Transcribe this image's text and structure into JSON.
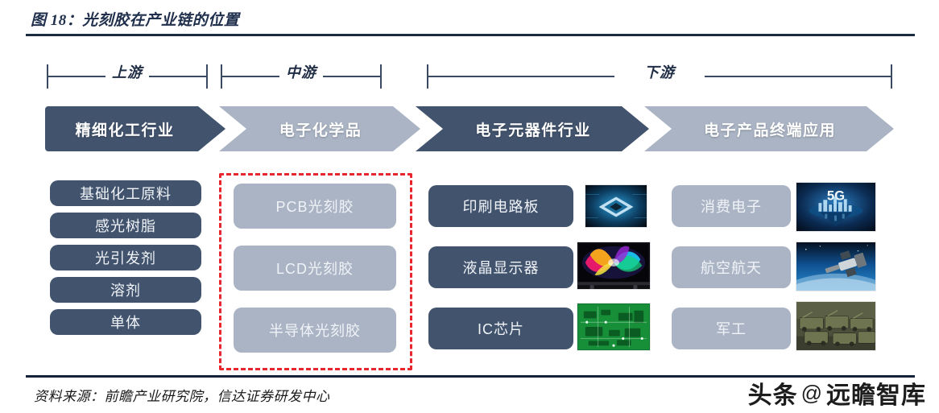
{
  "figure": {
    "title": "图 18：光刻胶在产业链的位置",
    "source_note": "资料来源：前瞻产业研究院，信达证券研发中心"
  },
  "watermark": {
    "brand": "头条",
    "at": "@",
    "account": "远瞻智库"
  },
  "segments": [
    {
      "label": "上游"
    },
    {
      "label": "中游"
    },
    {
      "label": "下游"
    }
  ],
  "chevrons": [
    {
      "label": "精细化工行业",
      "tone": "dark"
    },
    {
      "label": "电子化学品",
      "tone": "light"
    },
    {
      "label": "电子元器件行业",
      "tone": "dark"
    },
    {
      "label": "电子产品终端应用",
      "tone": "light"
    }
  ],
  "columns": {
    "upstream": {
      "items": [
        {
          "label": "基础化工原料"
        },
        {
          "label": "感光树脂"
        },
        {
          "label": "光引发剂"
        },
        {
          "label": "溶剂"
        },
        {
          "label": "单体"
        }
      ]
    },
    "midstream": {
      "highlighted": true,
      "items": [
        {
          "label": "PCB光刻胶"
        },
        {
          "label": "LCD光刻胶"
        },
        {
          "label": "半导体光刻胶"
        }
      ]
    },
    "components": {
      "items": [
        {
          "label": "印刷电路板",
          "thumbnail": "chip-photo"
        },
        {
          "label": "液晶显示器",
          "thumbnail": "tv-photo"
        },
        {
          "label": "IC芯片",
          "thumbnail": "pcb-photo"
        }
      ]
    },
    "applications": {
      "items": [
        {
          "label": "消费电子",
          "thumbnail": "5g-city-photo"
        },
        {
          "label": "航空航天",
          "thumbnail": "satellite-photo"
        },
        {
          "label": "军工",
          "thumbnail": "military-vehicles-photo"
        }
      ]
    }
  },
  "colors": {
    "dark": "#42536d",
    "light": "#aab4c4",
    "highlight_border": "#e8262d",
    "rule": "#15203a",
    "title_text": "#20304d"
  }
}
